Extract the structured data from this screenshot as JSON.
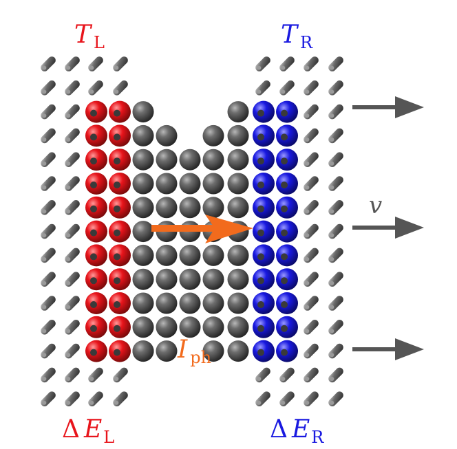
{
  "labels": {
    "T_left": {
      "main": "T",
      "sub": "L"
    },
    "T_right": {
      "main": "T",
      "sub": "R"
    },
    "E_left": {
      "delta": "Δ",
      "main": "E",
      "sub": "L"
    },
    "E_right": {
      "delta": "Δ",
      "main": "E",
      "sub": "R"
    },
    "velocity": "v",
    "current": {
      "main": "I",
      "sub": "ph"
    }
  },
  "colors": {
    "hot": "#e8141b",
    "cold": "#1919e0",
    "atom": "#555555",
    "current_arrow": "#f26b1d",
    "velocity_arrow": "#555555"
  }
}
